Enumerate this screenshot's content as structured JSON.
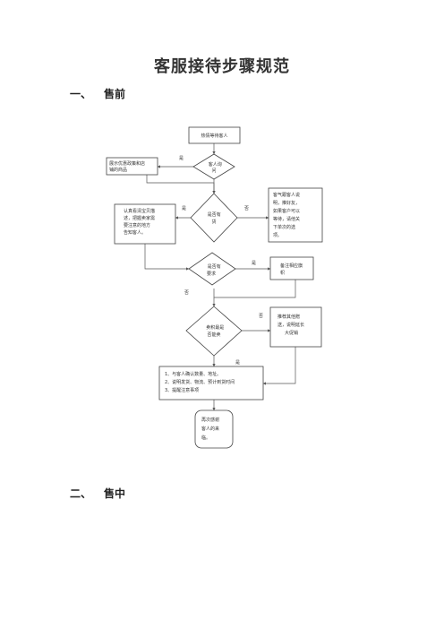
{
  "doc": {
    "title": "客服接待步骤规范",
    "sections": [
      {
        "num": "一、",
        "label": "售前"
      },
      {
        "num": "二、",
        "label": "售中"
      }
    ]
  },
  "flow": {
    "start": [
      "热情等待客人"
    ],
    "d1": [
      "客人询",
      "问"
    ],
    "d1_yes": "是",
    "box_left1": [
      "展示优惠政策和店",
      "铺的商品"
    ],
    "d2": [
      "是否有",
      "货"
    ],
    "d2_yes": "是",
    "d2_no": "否",
    "box_left2": [
      "认真看清宝贝描",
      "述，把握卖家需",
      "要注意的地方",
      "告知客人。"
    ],
    "box_right2": [
      "客气跟客人说",
      "明，推好友，",
      "如果客户可以",
      "等待，请他关",
      "下单次的选",
      "项。"
    ],
    "d3": [
      "是否有",
      "要求"
    ],
    "d3_yes": "是",
    "d3_no": "否",
    "box_right3": [
      "备注相应旗",
      "帜"
    ],
    "d4": [
      "卖积最是",
      "否能卖"
    ],
    "d4_no": "否",
    "d4_yes": "是",
    "box_right4": [
      "推荐其他赠",
      "送，说明延长",
      "大促销"
    ],
    "steps": [
      "1、与客人确认数量、地址。",
      "2、说明发货、物流、预计到货时间",
      "3、提醒注意事项"
    ],
    "end": [
      "再次感谢",
      "客人的来",
      "临。"
    ]
  }
}
